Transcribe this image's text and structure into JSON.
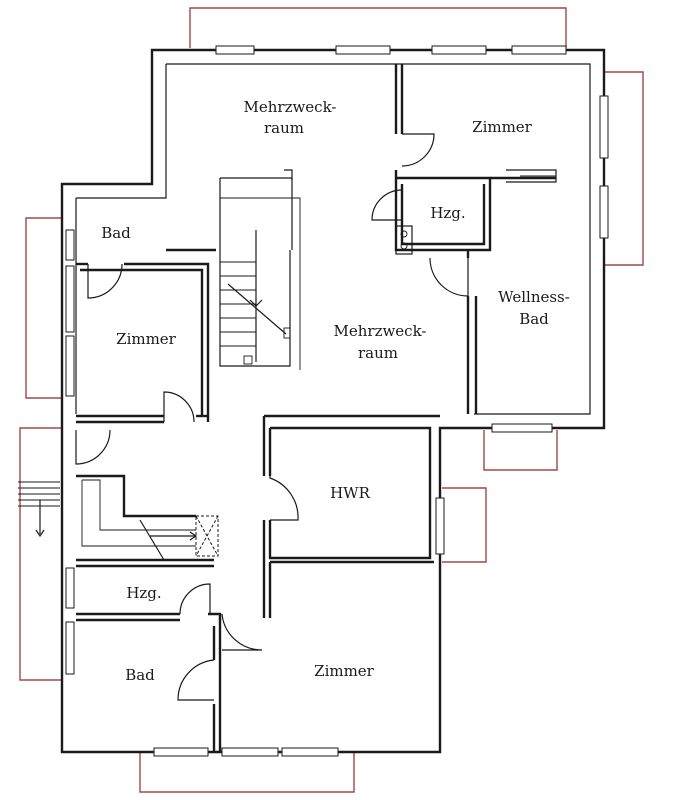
{
  "rooms": {
    "mehrzweck_top": {
      "line1": "Mehrzweck-",
      "line2": "raum"
    },
    "zimmer_top_right": {
      "label": "Zimmer"
    },
    "hzg_top": {
      "label": "Hzg."
    },
    "bad_left": {
      "label": "Bad"
    },
    "zimmer_left": {
      "label": "Zimmer"
    },
    "mehrzweck_center": {
      "line1": "Mehrzweck-",
      "line2": "raum"
    },
    "wellness": {
      "line1": "Wellness-",
      "line2": "Bad"
    },
    "hwr": {
      "label": "HWR"
    },
    "hzg_bottom": {
      "label": "Hzg."
    },
    "bad_bottom": {
      "label": "Bad"
    },
    "zimmer_bottom": {
      "label": "Zimmer"
    }
  },
  "colors": {
    "wall": "#1a1a1a",
    "terrain_outline": "#a04848",
    "background": "#ffffff"
  }
}
